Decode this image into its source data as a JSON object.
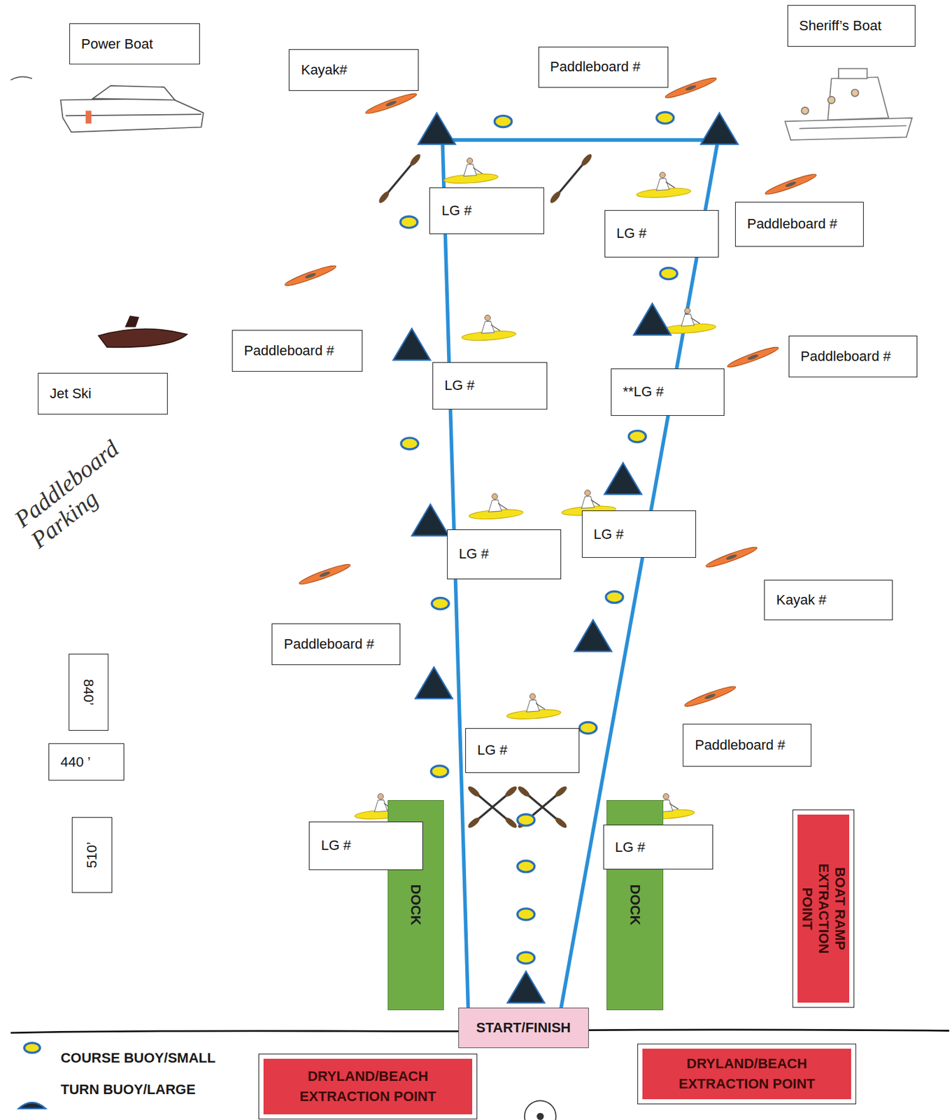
{
  "diagram": {
    "nodes": [
      {
        "text": [
          "Power Boat"
        ]
      },
      {
        "text": [
          "Kayak#"
        ]
      },
      {
        "text": [
          "Paddleboard #"
        ]
      },
      {
        "text": [
          "Sheriff’s Boat"
        ]
      },
      {
        "text": [
          "LG #"
        ]
      },
      {
        "text": [
          "LG #"
        ]
      },
      {
        "text": [
          "Paddleboard #"
        ]
      },
      {
        "text": [
          "Paddleboard #"
        ]
      },
      {
        "text": [
          "Paddleboard #"
        ]
      },
      {
        "text": [
          "Jet Ski"
        ]
      },
      {
        "text": [
          "LG #"
        ]
      },
      {
        "text": [
          "**LG #"
        ]
      },
      {
        "text": [
          "LG #"
        ]
      },
      {
        "text": [
          "LG #"
        ]
      },
      {
        "text": [
          "Kayak #"
        ]
      },
      {
        "text": [
          "Paddleboard #"
        ]
      },
      {
        "text": [
          "840’"
        ]
      },
      {
        "text": [
          "Paddleboard #"
        ]
      },
      {
        "text": [
          "LG #"
        ]
      },
      {
        "text": [
          "440 ’"
        ]
      },
      {
        "text": [
          "DOCK"
        ]
      },
      {
        "text": [
          "LG #"
        ]
      },
      {
        "text": [
          "DOCK"
        ]
      },
      {
        "text": [
          "LG #"
        ]
      },
      {
        "text": [
          "510’"
        ]
      },
      {
        "text": [
          "BOAT RAMP EXTRACTION POINT"
        ]
      },
      {
        "text": [
          "START/FINISH"
        ]
      },
      {
        "text": [
          "DRYLAND/BEACH EXTRACTION POINT"
        ]
      },
      {
        "text": [
          "DRYLAND/BEACH EXTRACTION POINT"
        ]
      }
    ],
    "labels": [
      "Paddleboard Parking"
    ],
    "legend": [
      {
        "text": "COURSE BUOY/SMALL"
      },
      {
        "text": "TURN BUOY/LARGE"
      }
    ]
  }
}
